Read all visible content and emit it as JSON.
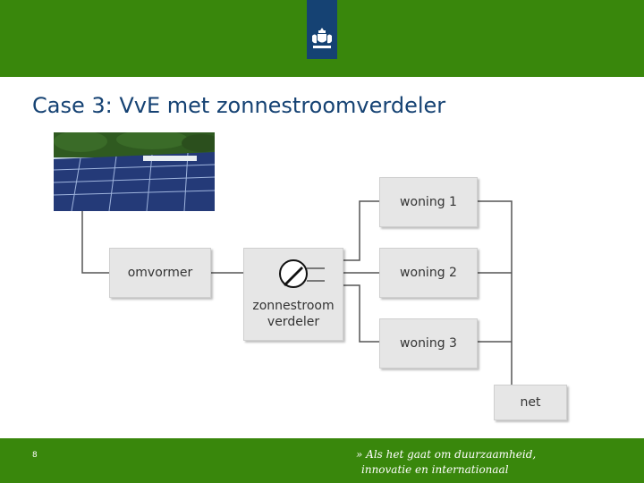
{
  "header": {
    "logo": "rijksoverheid-crest-logo"
  },
  "title": "Case 3: VvE met zonnestroomverdeler",
  "diagram": {
    "photo": "solar-panels-photo",
    "converter_label": "omvormer",
    "distributor_label_line1": "zonnestroom",
    "distributor_label_line2": "verdeler",
    "dwellings": [
      "woning 1",
      "woning 2",
      "woning 3"
    ],
    "grid_label": "net"
  },
  "footer": {
    "page_number": "8",
    "tagline_line1": "» Als het gaat om duurzaamheid,",
    "tagline_line2": "innovatie en internationaal"
  },
  "colors": {
    "green": "#39870c",
    "navy": "#154273",
    "box": "#e6e6e6",
    "line": "#555555"
  }
}
